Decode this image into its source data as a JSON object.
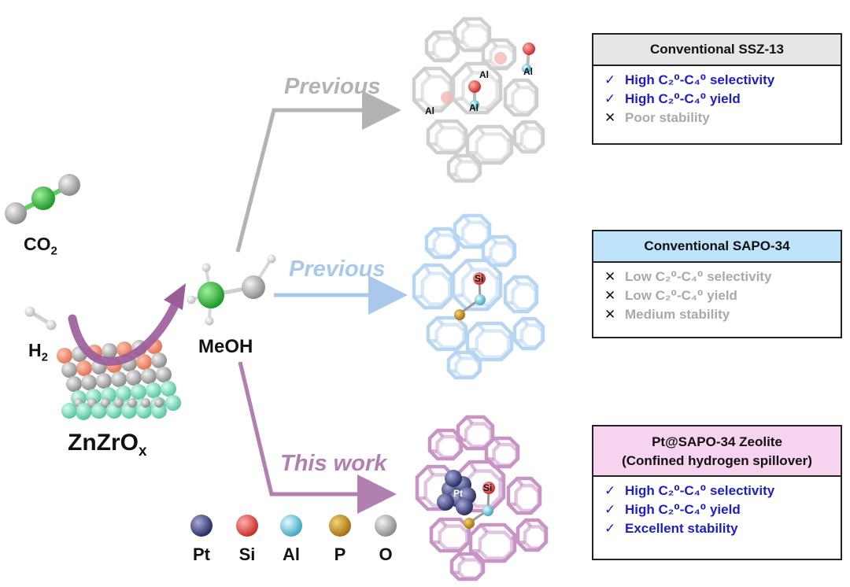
{
  "reactants": {
    "co2": {
      "label": "CO",
      "sub": "2"
    },
    "h2": {
      "label": "H",
      "sub": "2"
    }
  },
  "catalyst": {
    "label": "ZnZrO",
    "sub": "x"
  },
  "intermediate": {
    "label": "MeOH"
  },
  "pathways": [
    {
      "label": "Previous",
      "color": "#b3b3b3"
    },
    {
      "label": "Previous",
      "color": "#a9c8ea"
    },
    {
      "label": "This work",
      "color": "#b27fb1"
    }
  ],
  "zeolite_tags": {
    "ssz13": [
      "Al",
      "Al",
      "Al",
      "Al"
    ],
    "sapo34": [
      "Si"
    ],
    "pt_sapo34": [
      "Pt",
      "Si"
    ]
  },
  "panels": [
    {
      "title": "Conventional SSZ-13",
      "title_bg": "#e6e6e6",
      "items": [
        {
          "mark": "✓",
          "kind": "pos",
          "text": "High C₂⁰-C₄⁰ selectivity"
        },
        {
          "mark": "✓",
          "kind": "pos",
          "text": "High C₂⁰-C₄⁰ yield"
        },
        {
          "mark": "✕",
          "kind": "neg",
          "text": "Poor stability"
        }
      ]
    },
    {
      "title": "Conventional SAPO-34",
      "title_bg": "#bfe3f8",
      "items": [
        {
          "mark": "✕",
          "kind": "neg",
          "text": "Low C₂⁰-C₄⁰ selectivity"
        },
        {
          "mark": "✕",
          "kind": "neg",
          "text": "Low C₂⁰-C₄⁰ yield"
        },
        {
          "mark": "✕",
          "kind": "neg",
          "text": "Medium stability"
        }
      ]
    },
    {
      "title": "Pt@SAPO-34 Zeolite",
      "title2": "(Confined hydrogen spillover)",
      "title_bg": "#f6d3ee",
      "items": [
        {
          "mark": "✓",
          "kind": "pos",
          "text": "High C₂⁰-C₄⁰ selectivity"
        },
        {
          "mark": "✓",
          "kind": "pos",
          "text": "High C₂⁰-C₄⁰ yield"
        },
        {
          "mark": "✓",
          "kind": "pos",
          "text": "Excellent stability"
        }
      ]
    }
  ],
  "legend": [
    {
      "label": "Pt",
      "color": "#4b4f8e"
    },
    {
      "label": "Si",
      "color": "#e8504e"
    },
    {
      "label": "Al",
      "color": "#7fd3e6"
    },
    {
      "label": "P",
      "color": "#d6a12b"
    },
    {
      "label": "O",
      "color": "#a6a6a6"
    }
  ]
}
